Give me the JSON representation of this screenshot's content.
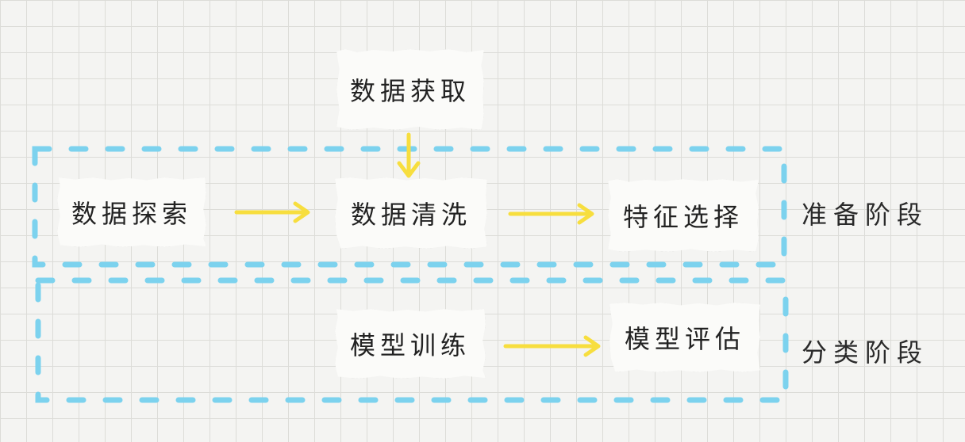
{
  "nodes": {
    "acquire": "数据获取",
    "explore": "数据探索",
    "clean": "数据清洗",
    "select": "特征选择",
    "train": "模型训练",
    "evaluate": "模型评估"
  },
  "stages": {
    "prep": "准备阶段",
    "classify": "分类阶段"
  },
  "colors": {
    "arrow": "#f7de3e",
    "dash": "#7cd2ee",
    "card": "#fbfbf9",
    "text": "#222222"
  }
}
